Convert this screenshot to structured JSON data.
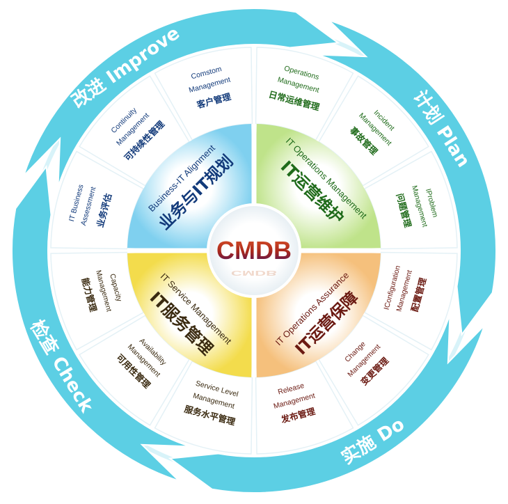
{
  "center": {
    "label": "CMDB"
  },
  "cycle": [
    {
      "id": "improve",
      "text": "改进 Improve"
    },
    {
      "id": "plan",
      "text": "计划 Plan"
    },
    {
      "id": "do",
      "text": "实施 Do"
    },
    {
      "id": "check",
      "text": "检查 Check"
    }
  ],
  "quadrants": [
    {
      "id": "alignment",
      "en": "Business-IT Alignment",
      "cn": "业务与IT规划"
    },
    {
      "id": "operations",
      "en": "IT Operations Management",
      "cn": "IT运营维护"
    },
    {
      "id": "assurance",
      "en": "IT Operations Assurance",
      "cn": "IT运营保障"
    },
    {
      "id": "service",
      "en": "IT Service Management",
      "cn": "IT服务管理"
    }
  ],
  "processes": [
    {
      "id": "assessment",
      "en1": "IT Business",
      "en2": "Assessment",
      "cn": "业务评估"
    },
    {
      "id": "continuity",
      "en1": "Continuity",
      "en2": "Management",
      "cn": "可持续性管理"
    },
    {
      "id": "customer",
      "en1": "Comstom",
      "en2": "Management",
      "cn": "客户管理"
    },
    {
      "id": "daily-ops",
      "en1": "Operations",
      "en2": "Management",
      "cn": "日常运维管理"
    },
    {
      "id": "incident",
      "en1": "Incident",
      "en2": "Management",
      "cn": "事故管理"
    },
    {
      "id": "problem",
      "en1": "IProblem",
      "en2": "Management",
      "cn": "问题管理"
    },
    {
      "id": "configuration",
      "en1": "IConfiguration",
      "en2": "Management",
      "cn": "配置管理"
    },
    {
      "id": "change",
      "en1": "Change",
      "en2": "Management",
      "cn": "变更管理"
    },
    {
      "id": "release",
      "en1": "Release",
      "en2": "Management",
      "cn": "发布管理"
    },
    {
      "id": "service-level",
      "en1": "Service Level",
      "en2": "Management",
      "cn": "服务水平管理"
    },
    {
      "id": "availability",
      "en1": "Availability",
      "en2": "Management",
      "cn": "可用性管理"
    },
    {
      "id": "capacity",
      "en1": "Capacity",
      "en2": "Management",
      "cn": "能力管理"
    }
  ],
  "colors": {
    "ring": "#5ccfe4",
    "alignment": "#9fdcf3",
    "operations": "#c9e89a",
    "assurance": "#f7c98f",
    "service": "#f6e36a",
    "blue_text": "#123a7a",
    "green_text": "#1f6b1a",
    "red_text": "#6b1a12",
    "dark_text": "#3a2a10",
    "cycle_text": "#ffffff"
  }
}
